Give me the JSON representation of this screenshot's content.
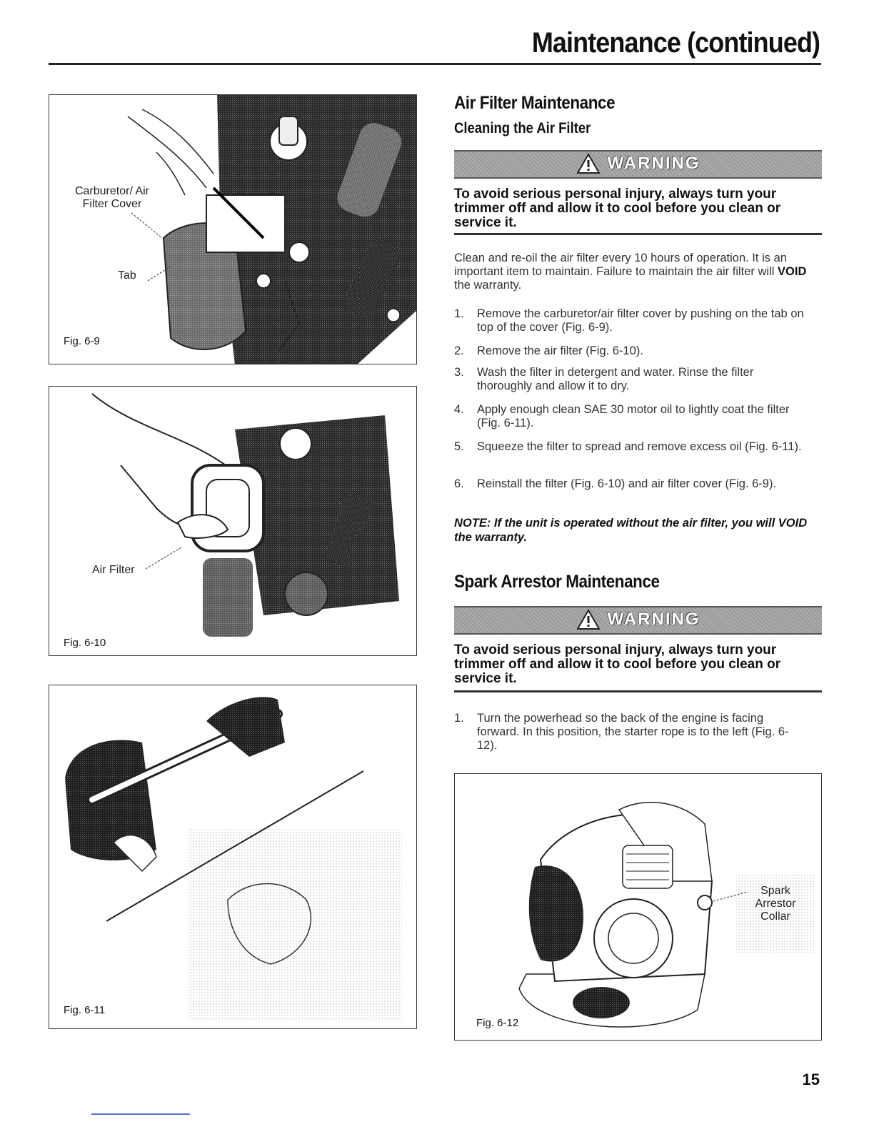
{
  "header": {
    "title": "Maintenance (continued)"
  },
  "figures": {
    "fig69": {
      "label": "Fig. 6-9",
      "callout_cover": "Carburetor/ Air\nFilter Cover",
      "callout_tab": "Tab"
    },
    "fig610": {
      "label": "Fig. 6-10",
      "callout_filter": "Air Filter"
    },
    "fig611": {
      "label": "Fig. 6-11"
    },
    "fig612": {
      "label": "Fig. 6-12",
      "callout_spark": "Spark\nArrestor\nCollar"
    }
  },
  "air_filter": {
    "title": "Air Filter Maintenance",
    "subtitle": "Cleaning the Air Filter",
    "warning_word": "WARNING",
    "warning_text": "To avoid serious personal injury, always turn your trimmer off and allow it to cool before you clean or service it.",
    "intro_a": "Clean and re-oil the air filter every 10 hours of operation. It is an important item to maintain. Failure to maintain the air filter will ",
    "intro_bold": "VOID",
    "intro_b": " the warranty.",
    "steps": [
      {
        "num": "1.",
        "text": "Remove the carburetor/air filter cover by pushing on the tab on top of the cover (Fig. 6-9)."
      },
      {
        "num": "2.",
        "text": "Remove the air filter (Fig. 6-10)."
      },
      {
        "num": "3.",
        "text": "Wash the filter in detergent and water. Rinse the filter thoroughly and allow it to dry."
      },
      {
        "num": "4.",
        "text": "Apply enough clean SAE 30 motor oil to lightly coat the filter (Fig. 6-11)."
      },
      {
        "num": "5.",
        "text": "Squeeze the filter to spread and remove excess oil (Fig. 6-11)."
      },
      {
        "num": "6.",
        "text": "Reinstall the filter (Fig. 6-10) and air filter cover (Fig. 6-9)."
      }
    ],
    "note": "NOTE: If the unit is operated without the air filter, you will VOID the warranty."
  },
  "spark_arrestor": {
    "title": "Spark Arrestor Maintenance",
    "warning_word": "WARNING",
    "warning_text": "To avoid serious personal injury, always turn your trimmer off and allow it to cool before you clean or service it.",
    "steps": [
      {
        "num": "1.",
        "text": "Turn the powerhead so the back of the engine is facing forward. In this position, the starter rope is to the left (Fig. 6-12)."
      }
    ]
  },
  "footer": {
    "page_number": "15"
  }
}
